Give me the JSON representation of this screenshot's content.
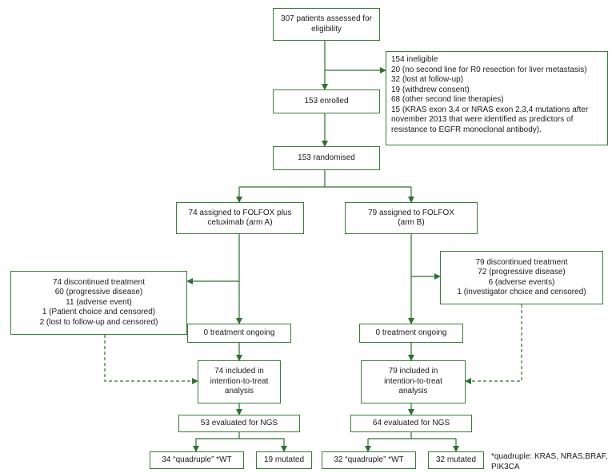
{
  "assessed": {
    "lines": [
      "307 patients assessed for",
      "eligibility"
    ]
  },
  "ineligible": {
    "lines": [
      "154 ineligible",
      "20 (no second line for R0 resection for liver metastasis)",
      "32 (lost at follow-up)",
      "19 (withdrew consent)",
      "68 (other second line therapies)",
      "15 (KRAS exon 3,4 or NRAS exon 2,3,4 mutations after",
      "november 2013 that were identified as predictors of",
      "resistance to EGFR monoclonal antibody)."
    ]
  },
  "enrolled": {
    "lines": [
      "153 enrolled"
    ]
  },
  "randomised": {
    "lines": [
      "153 randomised"
    ]
  },
  "arm_a": {
    "assigned": {
      "lines": [
        "74 assigned to FOLFOX plus",
        "cetuximab (arm A)"
      ]
    },
    "discontinued": {
      "lines": [
        "74 discontinued treatment",
        "60 (progressive disease)",
        "11 (adverse event)",
        "1 (Patient choice and censored)",
        "2 (lost to follow-up and censored)"
      ]
    },
    "ongoing": {
      "lines": [
        "0 treatment ongoing"
      ]
    },
    "itt": {
      "lines": [
        "74 included in",
        "intention-to-treat",
        "analysis"
      ]
    },
    "ngs": {
      "lines": [
        "53 evaluated for NGS"
      ]
    },
    "wt": {
      "lines": [
        "34 “quadruple” *WT"
      ]
    },
    "mutated": {
      "lines": [
        "19 mutated"
      ]
    }
  },
  "arm_b": {
    "assigned": {
      "lines": [
        "79 assigned to FOLFOX",
        "(arm B)"
      ]
    },
    "discontinued": {
      "lines": [
        "79 discontinued treatment",
        "72 (progressive disease)",
        "6 (adverse events)",
        "1 (investigator choice and censored)"
      ]
    },
    "ongoing": {
      "lines": [
        "0 treatment ongoing"
      ]
    },
    "itt": {
      "lines": [
        "79 included in",
        "intention-to-treat",
        "analysis"
      ]
    },
    "ngs": {
      "lines": [
        "64 evaluated for NGS"
      ]
    },
    "wt": {
      "lines": [
        "32 “quadruple” *WT"
      ]
    },
    "mutated": {
      "lines": [
        "32 mutated"
      ]
    }
  },
  "footnote": {
    "lines": [
      "*quadruple:",
      "KRAS, NRAS,BRAF, PIK3CA"
    ]
  },
  "colors": {
    "line": "#2f6f2f",
    "box_border": "#3a7a3a"
  }
}
